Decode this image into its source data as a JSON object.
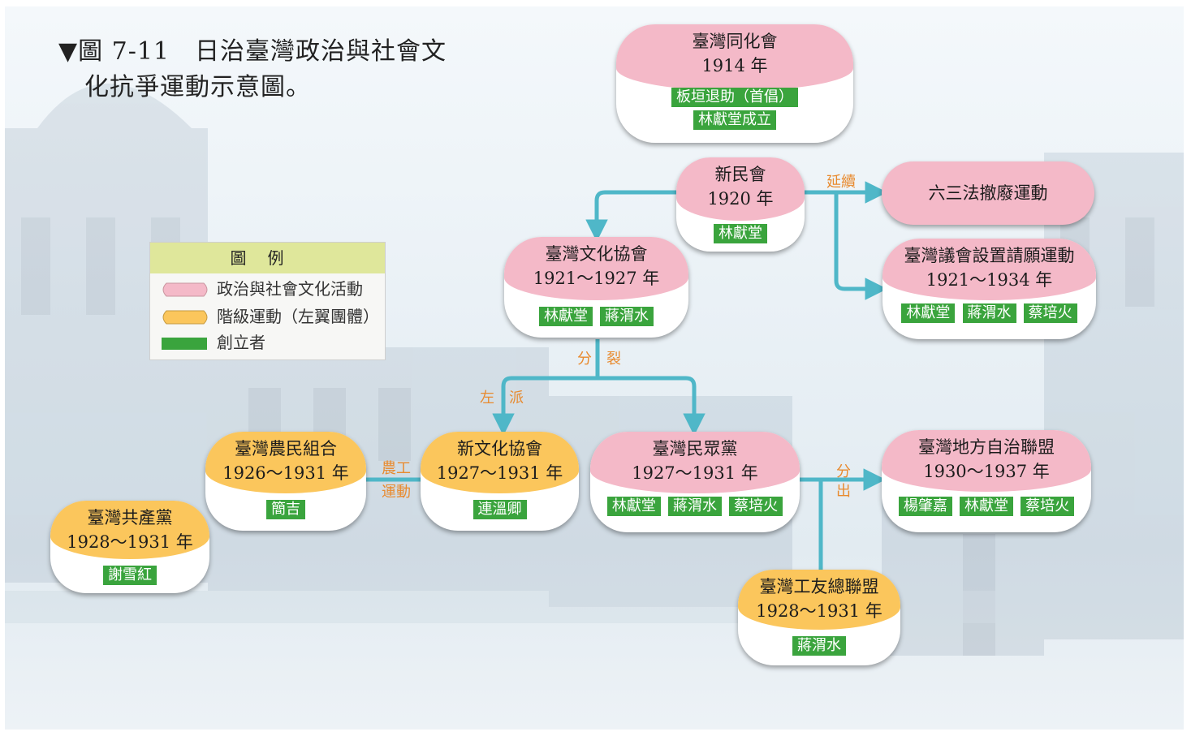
{
  "figure": {
    "title_line1": "▼圖 7-11　日治臺灣政治與社會文",
    "title_line2": "化抗爭運動示意圖。"
  },
  "legend": {
    "header": "圖例",
    "items": [
      {
        "label": "政治與社會文化活動",
        "color": "#f4b9c8"
      },
      {
        "label": "階級運動（左翼團體）",
        "color": "#fbc65c"
      },
      {
        "label": "創立者",
        "color": "#3aa43d"
      }
    ]
  },
  "nodes": {
    "assimilation": {
      "name": "臺灣同化會",
      "year": "1914 年",
      "founders": [
        "板垣退助（首倡）",
        "林獻堂成立"
      ],
      "type": "political"
    },
    "shinminkai": {
      "name": "新民會",
      "year": "1920 年",
      "founders": [
        "林獻堂"
      ],
      "type": "political"
    },
    "law63": {
      "name": "六三法撤廢運動",
      "year": "",
      "founders": [],
      "type": "political"
    },
    "culture_assoc": {
      "name": "臺灣文化協會",
      "year": "1921～1927 年",
      "founders": [
        "林獻堂",
        "蔣渭水"
      ],
      "type": "political"
    },
    "parliament": {
      "name": "臺灣議會設置請願運動",
      "year": "1921～1934 年",
      "founders": [
        "林獻堂",
        "蔣渭水",
        "蔡培火"
      ],
      "type": "political"
    },
    "peasants": {
      "name": "臺灣農民組合",
      "year": "1926～1931 年",
      "founders": [
        "簡吉"
      ],
      "type": "class"
    },
    "new_culture": {
      "name": "新文化協會",
      "year": "1927～1931 年",
      "founders": [
        "連溫卿"
      ],
      "type": "class"
    },
    "peoples_party": {
      "name": "臺灣民眾黨",
      "year": "1927～1931 年",
      "founders": [
        "林獻堂",
        "蔣渭水",
        "蔡培火"
      ],
      "type": "political"
    },
    "local_autonomy": {
      "name": "臺灣地方自治聯盟",
      "year": "1930～1937 年",
      "founders": [
        "楊肇嘉",
        "林獻堂",
        "蔡培火"
      ],
      "type": "political"
    },
    "communist": {
      "name": "臺灣共產黨",
      "year": "1928～1931 年",
      "founders": [
        "謝雪紅"
      ],
      "type": "class"
    },
    "labor": {
      "name": "臺灣工友總聯盟",
      "year": "1928～1931 年",
      "founders": [
        "蔣渭水"
      ],
      "type": "class"
    }
  },
  "edge_labels": {
    "continue": "延續",
    "split": "分　裂",
    "left": "左　派",
    "farm_labor_1": "農工",
    "farm_labor_2": "運動",
    "splitout_1": "分",
    "splitout_2": "出"
  },
  "colors": {
    "political": "#f4b9c8",
    "class": "#fbc65c",
    "founder": "#3aa43d",
    "connector": "#4fb7c8",
    "edge_label": "#e88a2e"
  }
}
